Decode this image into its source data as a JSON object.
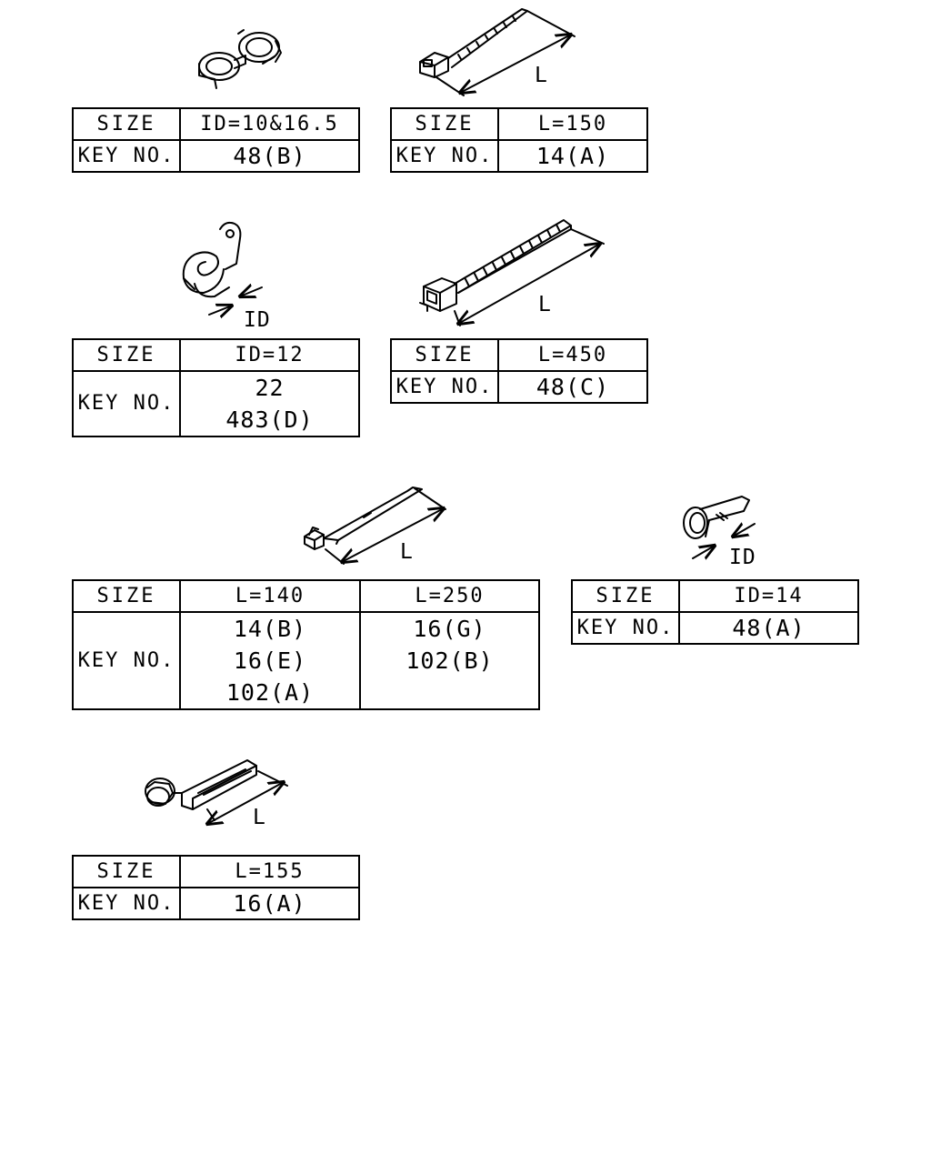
{
  "dimension_labels": {
    "L": "L",
    "ID": "ID"
  },
  "parts": [
    {
      "id": "clamp-double",
      "size_label": "SIZE",
      "key_label": "KEY NO.",
      "size": "ID=10&16.5",
      "keys": [
        "48(B)"
      ]
    },
    {
      "id": "tie-150",
      "size_label": "SIZE",
      "key_label": "KEY NO.",
      "size": "L=150",
      "keys": [
        "14(A)"
      ]
    },
    {
      "id": "clip-bracket",
      "size_label": "SIZE",
      "key_label": "KEY NO.",
      "size": "ID=12",
      "keys": [
        "22",
        "483(D)"
      ]
    },
    {
      "id": "tie-450",
      "size_label": "SIZE",
      "key_label": "KEY NO.",
      "size": "L=450",
      "keys": [
        "48(C)"
      ]
    },
    {
      "id": "tie-flat",
      "size_label": "SIZE",
      "key_label": "KEY NO.",
      "sizes": [
        "L=140",
        "L=250"
      ],
      "keys": [
        [
          "14(B)",
          "16(E)",
          "102(A)"
        ],
        [
          "16(G)",
          "102(B)"
        ]
      ]
    },
    {
      "id": "clamp-id14",
      "size_label": "SIZE",
      "key_label": "KEY NO.",
      "size": "ID=14",
      "keys": [
        "48(A)"
      ]
    },
    {
      "id": "tie-155",
      "size_label": "SIZE",
      "key_label": "KEY NO.",
      "size": "L=155",
      "keys": [
        "16(A)"
      ]
    }
  ]
}
